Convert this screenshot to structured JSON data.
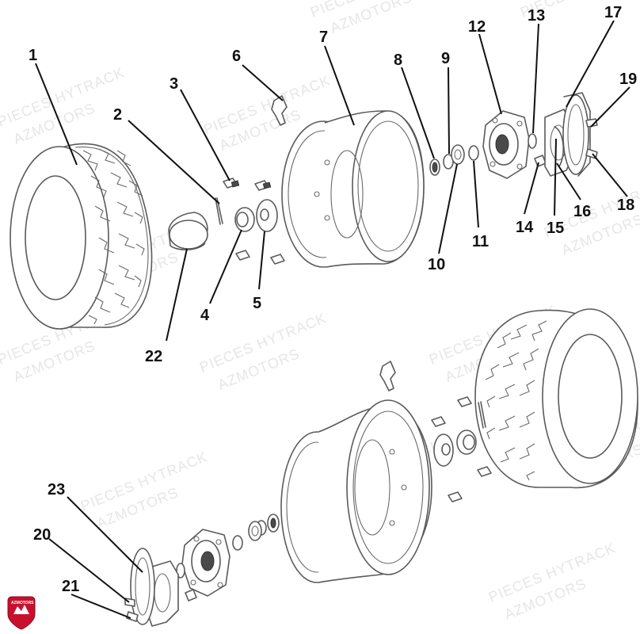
{
  "watermark": {
    "line1": "PIECES HYTRACK",
    "line2": "AZMOTORS"
  },
  "logo": {
    "text": "AZMOTORS",
    "color": "#c8102e"
  },
  "callouts": [
    {
      "id": "1",
      "label": "1"
    },
    {
      "id": "2",
      "label": "2"
    },
    {
      "id": "3",
      "label": "3"
    },
    {
      "id": "4",
      "label": "4"
    },
    {
      "id": "5",
      "label": "5"
    },
    {
      "id": "6",
      "label": "6"
    },
    {
      "id": "7",
      "label": "7"
    },
    {
      "id": "8",
      "label": "8"
    },
    {
      "id": "9",
      "label": "9"
    },
    {
      "id": "10",
      "label": "10"
    },
    {
      "id": "11",
      "label": "11"
    },
    {
      "id": "12",
      "label": "12"
    },
    {
      "id": "13",
      "label": "13"
    },
    {
      "id": "14",
      "label": "14"
    },
    {
      "id": "15",
      "label": "15"
    },
    {
      "id": "16",
      "label": "16"
    },
    {
      "id": "17",
      "label": "17"
    },
    {
      "id": "18",
      "label": "18"
    },
    {
      "id": "19",
      "label": "19"
    },
    {
      "id": "20",
      "label": "20"
    },
    {
      "id": "21",
      "label": "21"
    },
    {
      "id": "22",
      "label": "22"
    },
    {
      "id": "23",
      "label": "23"
    }
  ]
}
